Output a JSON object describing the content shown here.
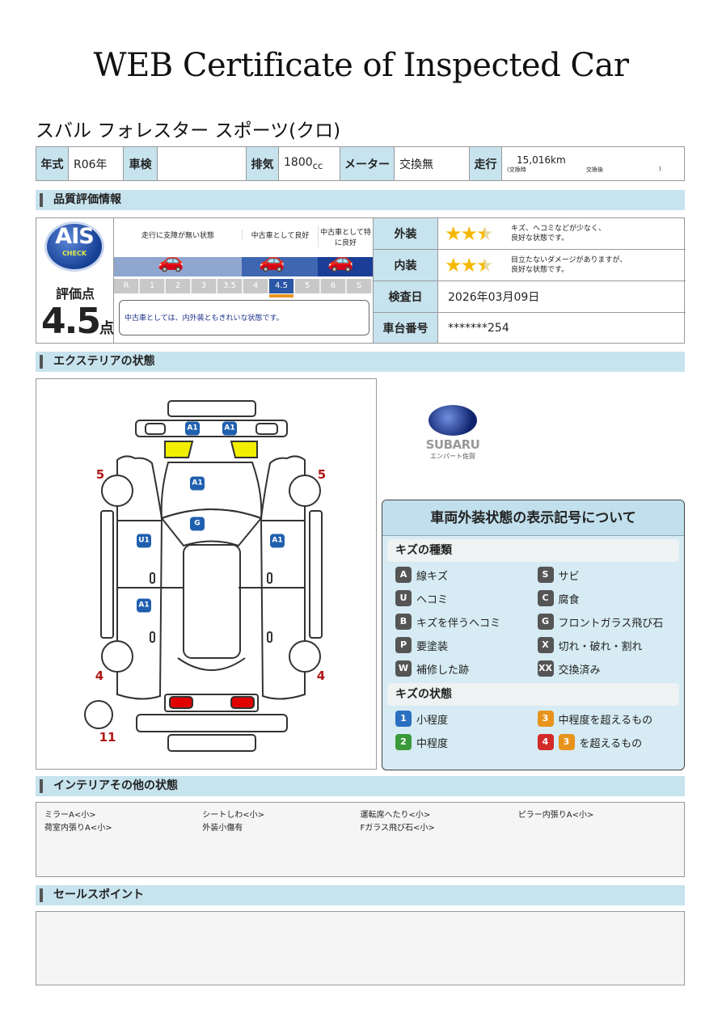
{
  "title": "WEB Certificate of Inspected Car",
  "car_name": "スバル フォレスター スポーツ(クロ)",
  "spec": {
    "year_label": "年式",
    "year": "R06年",
    "shaken_label": "車検",
    "shaken": "",
    "displacement_label": "排気",
    "displacement": "1800",
    "displacement_unit": "cc",
    "meter_label": "メーター",
    "meter": "交換無",
    "mileage_label": "走行",
    "mileage": "15,016km",
    "mileage_note_at": "(交換時",
    "mileage_note_after": "交換後",
    "mileage_note_close": ")"
  },
  "sections": {
    "quality": "品質評価情報",
    "exterior": "エクステリアの状態",
    "interior": "インテリアその他の状態",
    "sales": "セールスポイント"
  },
  "quality": {
    "ais_logo": "AIS",
    "ais_sub": "CHECK",
    "score_label": "評価点",
    "score": "4.5",
    "score_unit": "点",
    "captions": [
      "走行に支障が無い状態",
      "中古車として良好",
      "中古車として特に良好"
    ],
    "scale": [
      "R",
      "1",
      "2",
      "3",
      "3.5",
      "4",
      "4.5",
      "5",
      "6",
      "S"
    ],
    "selected_grade": "4.5",
    "comment": "中古車としては、内外装ともきれいな状態です。",
    "exterior_label": "外装",
    "exterior_stars": 2.5,
    "exterior_desc": [
      "キズ、ヘコミなどが少なく、",
      "良好な状態です。"
    ],
    "interior_label": "内装",
    "interior_stars": 2.5,
    "interior_desc": [
      "目立たないダメージがありますが、",
      "良好な状態です。"
    ],
    "inspection_date_label": "検査日",
    "inspection_date": "2026年03月09日",
    "chassis_label": "車台番号",
    "chassis": "*******254"
  },
  "diagram": {
    "badges": [
      "A1",
      "A1",
      "A1",
      "G",
      "U1",
      "A1",
      "A1"
    ],
    "tire_numbers": [
      "5",
      "5",
      "4",
      "4",
      "11"
    ],
    "headlight_color": "#f2ee00",
    "taillight_color": "#e00000"
  },
  "logo": {
    "brand": "SUBARU",
    "sub": "エンパート佐賀"
  },
  "legend": {
    "title": "車両外装状態の表示記号について",
    "types_title": "キズの種類",
    "types": [
      {
        "code": "A",
        "label": "線キズ"
      },
      {
        "code": "S",
        "label": "サビ"
      },
      {
        "code": "U",
        "label": "ヘコミ"
      },
      {
        "code": "C",
        "label": "腐食"
      },
      {
        "code": "B",
        "label": "キズを伴うヘコミ"
      },
      {
        "code": "G",
        "label": "フロントガラス飛び石"
      },
      {
        "code": "P",
        "label": "要塗装"
      },
      {
        "code": "X",
        "label": "切れ・破れ・割れ"
      },
      {
        "code": "W",
        "label": "補修した跡"
      },
      {
        "code": "XX",
        "label": "交換済み"
      }
    ],
    "levels_title": "キズの状態",
    "levels": [
      {
        "code": "1",
        "label": "小程度",
        "color": "#2a6fc0"
      },
      {
        "code": "3",
        "label": "中程度を超えるもの",
        "color": "#e8941c"
      },
      {
        "code": "2",
        "label": "中程度",
        "color": "#3a9a3a"
      },
      {
        "code": "4",
        "code2": "3",
        "label": "を超えるもの",
        "color": "#d32a2a"
      }
    ]
  },
  "interior_items": [
    "ミラーA<小>",
    "シートしわ<小>",
    "運転席へたり<小>",
    "ピラー内張りA<小>",
    "荷室内張りA<小>",
    "外装小傷有",
    "Fガラス飛び石<小>"
  ],
  "sales_point": ""
}
